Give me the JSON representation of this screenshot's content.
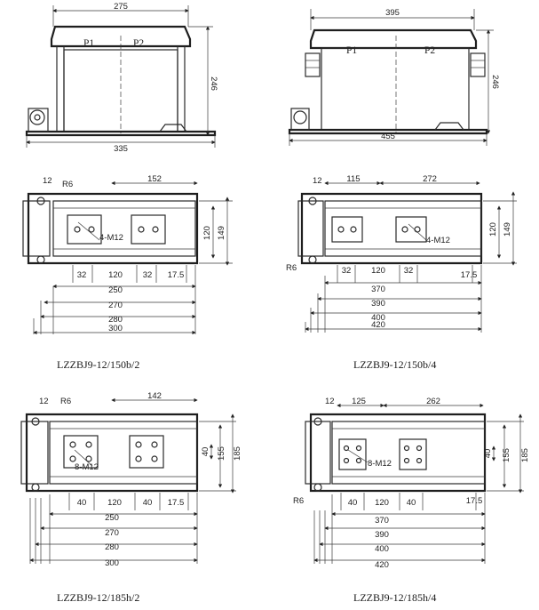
{
  "front_views": [
    {
      "id": "front-left",
      "width_top": "275",
      "width_base": "335",
      "height": "246",
      "terminals": [
        "P1",
        "P2"
      ]
    },
    {
      "id": "front-right",
      "width_top": "395",
      "width_base": "455",
      "height": "246",
      "terminals": [
        "P1",
        "P2"
      ]
    }
  ],
  "plans": [
    {
      "id": "plan-150b-2",
      "caption": "LZZBJ9-12/150b/2",
      "dims_top": [
        "12",
        "R6",
        "152"
      ],
      "dims_right": [
        "120",
        "149"
      ],
      "bolt_label": "4-M12",
      "dims_bottom_row": [
        "32",
        "120",
        "32",
        "17.5"
      ],
      "dims_overall": [
        "250",
        "270",
        "280",
        "300"
      ]
    },
    {
      "id": "plan-150b-4",
      "caption": "LZZBJ9-12/150b/4",
      "dims_top": [
        "12",
        "115",
        "272"
      ],
      "dims_right": [
        "120",
        "149"
      ],
      "bolt_label": "4-M12",
      "radius_label": "R6",
      "dims_bottom_row": [
        "32",
        "120",
        "32",
        "17.5"
      ],
      "dims_overall": [
        "370",
        "390",
        "400",
        "420"
      ]
    },
    {
      "id": "plan-185h-2",
      "caption": "LZZBJ9-12/185h/2",
      "dims_top": [
        "12",
        "R6",
        "142"
      ],
      "dims_right": [
        "40",
        "155",
        "185"
      ],
      "bolt_label": "8-M12",
      "dims_bottom_row": [
        "40",
        "120",
        "40",
        "17.5"
      ],
      "dims_overall": [
        "250",
        "270",
        "280",
        "300"
      ]
    },
    {
      "id": "plan-185h-4",
      "caption": "LZZBJ9-12/185h/4",
      "dims_top": [
        "12",
        "125",
        "262"
      ],
      "dims_right": [
        "40",
        "155",
        "185"
      ],
      "bolt_label": "8-M12",
      "radius_label": "R6",
      "dims_bottom_row": [
        "40",
        "120",
        "40",
        "17.5"
      ],
      "dims_overall": [
        "370",
        "390",
        "400",
        "420"
      ]
    }
  ]
}
